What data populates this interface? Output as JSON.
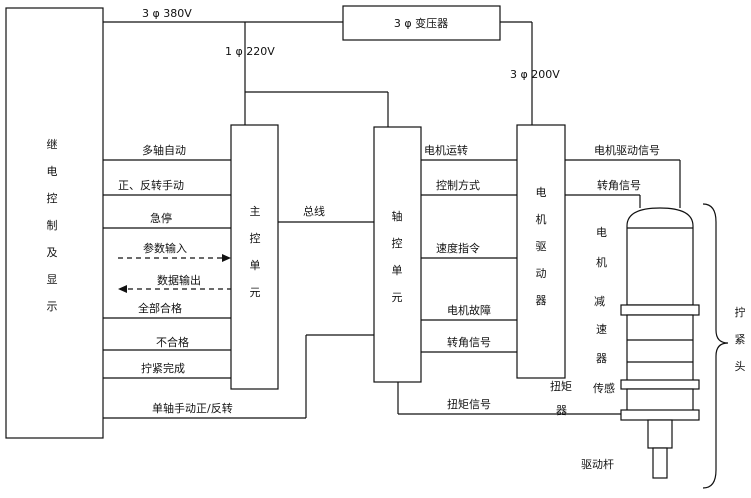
{
  "blocks": {
    "relay": "继电控制及显示",
    "main_ctrl": "主控单元",
    "axis_ctrl": "轴控单元",
    "motor_drive": "电机驱动器",
    "transformer": "3 φ 变压器"
  },
  "power": {
    "p380": "3 φ  380V",
    "p220": "1 φ  220V",
    "p200": "3 φ  200V"
  },
  "signals": {
    "multi_auto": "多轴自动",
    "fwd_rev_manual": "正、反转手动",
    "estop": "急停",
    "param_in": "参数输入",
    "data_out": "数据输出",
    "all_pass": "全部合格",
    "fail": "不合格",
    "tight_done": "拧紧完成",
    "single_manual": "单轴手动正/反转",
    "bus": "总线",
    "motor_run": "电机运转",
    "ctrl_mode": "控制方式",
    "speed_cmd": "速度指令",
    "motor_fault": "电机故障",
    "angle_sig_1": "转角信号",
    "torque_sig": "扭矩信号",
    "motor_drive_sig": "电机驱动信号",
    "angle_sig_2": "转角信号"
  },
  "device": {
    "motor": "电机",
    "reducer": "减速器",
    "sensor": "传感",
    "torque_sensor": "扭矩器",
    "drive_rod": "驱动杆",
    "tighten_head": "拧紧头"
  }
}
